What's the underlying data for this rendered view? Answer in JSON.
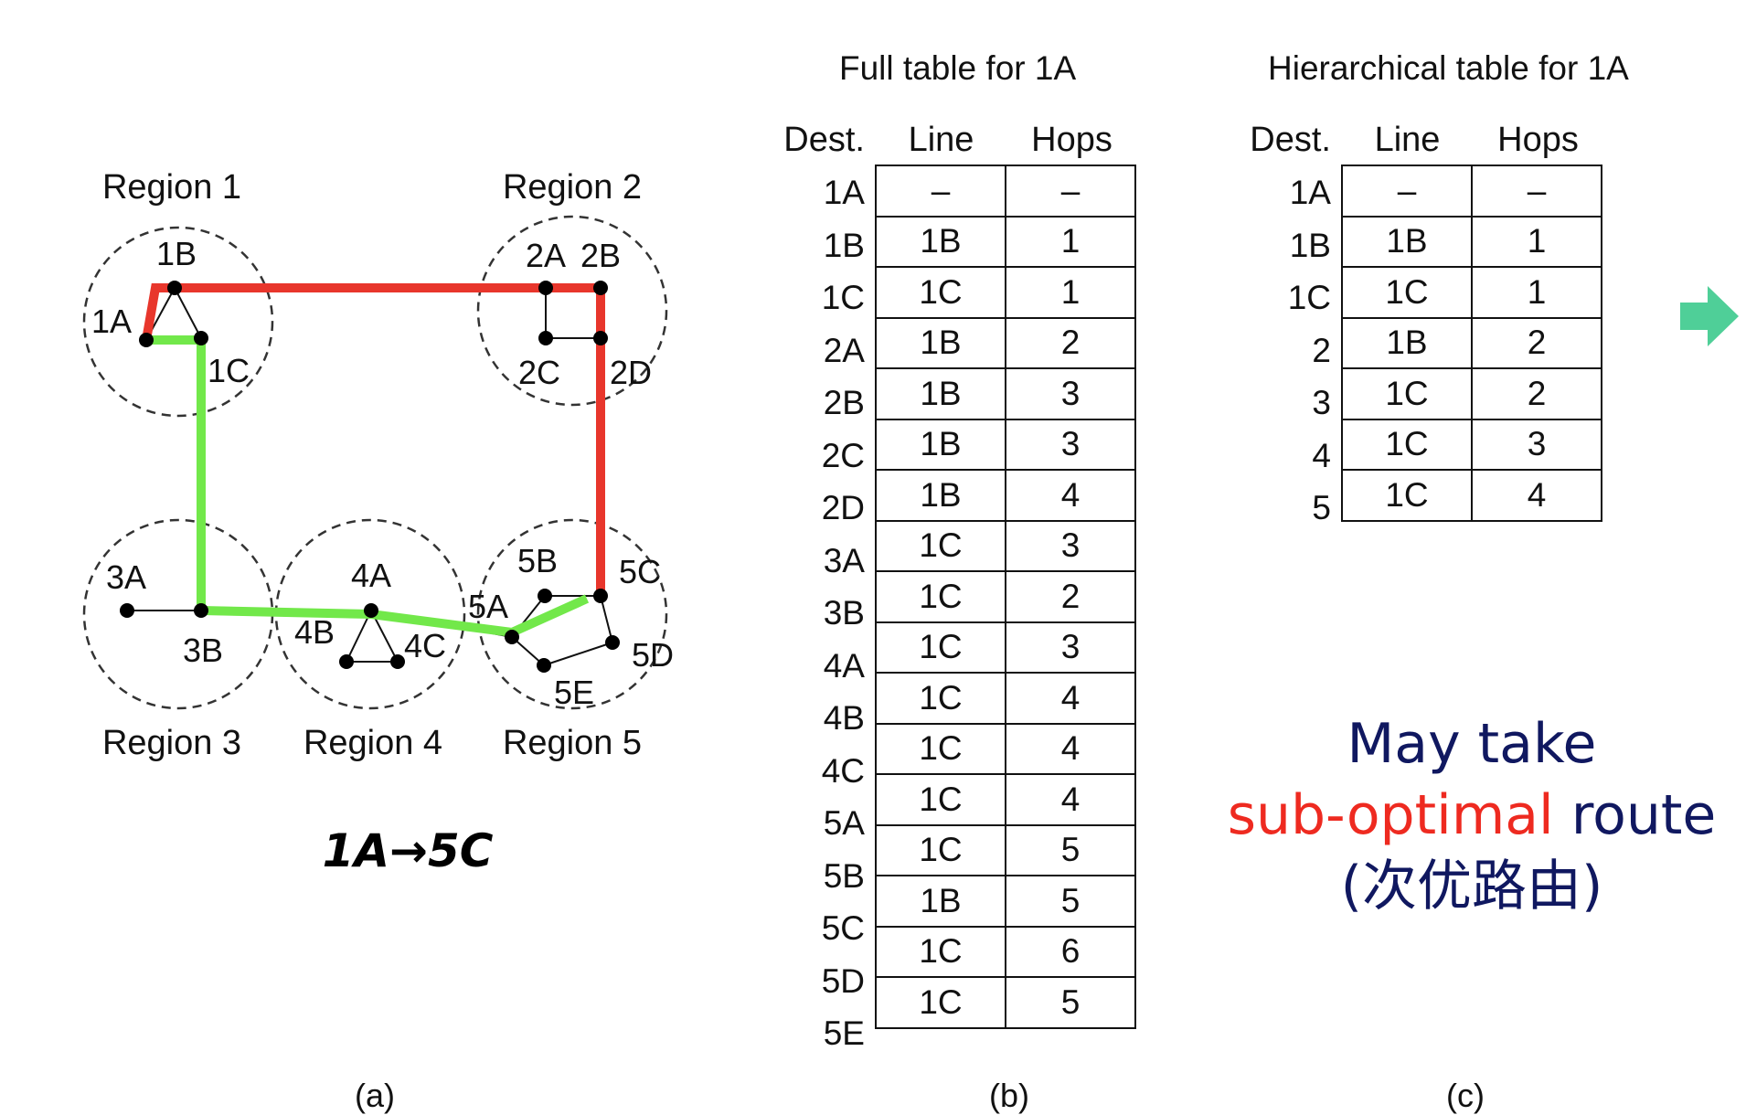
{
  "diagram": {
    "regions": [
      {
        "id": "r1",
        "label": "Region 1"
      },
      {
        "id": "r2",
        "label": "Region 2"
      },
      {
        "id": "r3",
        "label": "Region 3"
      },
      {
        "id": "r4",
        "label": "Region 4"
      },
      {
        "id": "r5",
        "label": "Region 5"
      }
    ],
    "routers": [
      "1A",
      "1B",
      "1C",
      "2A",
      "2B",
      "2C",
      "2D",
      "3A",
      "3B",
      "4A",
      "4B",
      "4C",
      "5A",
      "5B",
      "5C",
      "5D",
      "5E"
    ],
    "links": [
      [
        "1A",
        "1B"
      ],
      [
        "1B",
        "1C"
      ],
      [
        "1A",
        "1C"
      ],
      [
        "1B",
        "2A"
      ],
      [
        "2A",
        "2B"
      ],
      [
        "2A",
        "2C"
      ],
      [
        "2C",
        "2D"
      ],
      [
        "2B",
        "2D"
      ],
      [
        "1C",
        "3B"
      ],
      [
        "3A",
        "3B"
      ],
      [
        "3B",
        "4A"
      ],
      [
        "4A",
        "4B"
      ],
      [
        "4A",
        "4C"
      ],
      [
        "4B",
        "4C"
      ],
      [
        "4A",
        "5A"
      ],
      [
        "5A",
        "5B"
      ],
      [
        "5B",
        "5C"
      ],
      [
        "5C",
        "5D"
      ],
      [
        "5D",
        "5E"
      ],
      [
        "5E",
        "5A"
      ],
      [
        "2D",
        "5C"
      ]
    ],
    "routes": [
      {
        "color": "#e8362c",
        "path": [
          "1A",
          "1B",
          "2B",
          "5C"
        ]
      },
      {
        "color": "#72e84a",
        "path": [
          "1A",
          "1C",
          "3B",
          "4A",
          "5A",
          "5C"
        ]
      }
    ],
    "caption": "1A→5C",
    "panel_label": "(a)"
  },
  "full_table": {
    "title": "Full table for 1A",
    "headers": [
      "Dest.",
      "Line",
      "Hops"
    ],
    "rows": [
      [
        "1A",
        "–",
        "–"
      ],
      [
        "1B",
        "1B",
        "1"
      ],
      [
        "1C",
        "1C",
        "1"
      ],
      [
        "2A",
        "1B",
        "2"
      ],
      [
        "2B",
        "1B",
        "3"
      ],
      [
        "2C",
        "1B",
        "3"
      ],
      [
        "2D",
        "1B",
        "4"
      ],
      [
        "3A",
        "1C",
        "3"
      ],
      [
        "3B",
        "1C",
        "2"
      ],
      [
        "4A",
        "1C",
        "3"
      ],
      [
        "4B",
        "1C",
        "4"
      ],
      [
        "4C",
        "1C",
        "4"
      ],
      [
        "5A",
        "1C",
        "4"
      ],
      [
        "5B",
        "1C",
        "5"
      ],
      [
        "5C",
        "1B",
        "5"
      ],
      [
        "5D",
        "1C",
        "6"
      ],
      [
        "5E",
        "1C",
        "5"
      ]
    ],
    "panel_label": "(b)"
  },
  "hier_table": {
    "title": "Hierarchical table for 1A",
    "headers": [
      "Dest.",
      "Line",
      "Hops"
    ],
    "rows": [
      [
        "1A",
        "–",
        "–"
      ],
      [
        "1B",
        "1B",
        "1"
      ],
      [
        "1C",
        "1C",
        "1"
      ],
      [
        "2",
        "1B",
        "2"
      ],
      [
        "3",
        "1C",
        "2"
      ],
      [
        "4",
        "1C",
        "3"
      ],
      [
        "5",
        "1C",
        "4"
      ]
    ],
    "panel_label": "(c)"
  },
  "note": {
    "line1": "May take",
    "line2_red": "sub-optimal",
    "line2_rest": " route",
    "line3": "(次优路由)"
  },
  "colors": {
    "red_route": "#e8362c",
    "green_route": "#72e84a",
    "note_blue": "#101860",
    "note_red": "#ee2a20",
    "arrow": "#4fcf98"
  },
  "icons": {
    "next": "right-arrow-icon"
  }
}
